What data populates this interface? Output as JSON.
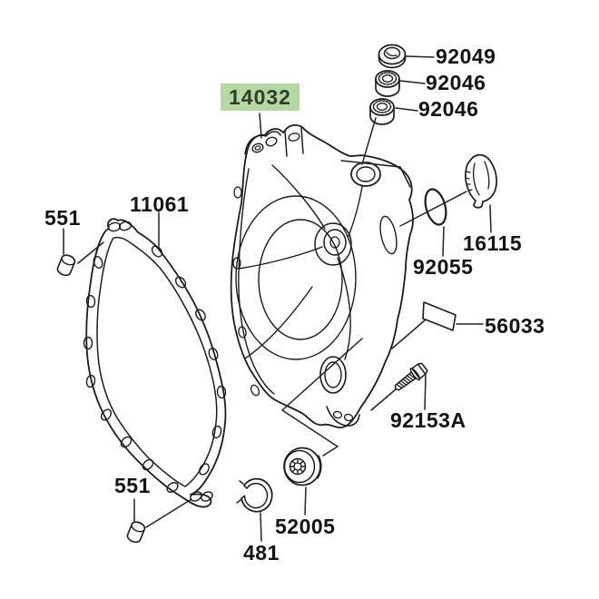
{
  "diagram": {
    "description": "Exploded parts diagram of a motorcycle clutch cover assembly",
    "highlight_color": "#b3d8a2",
    "line_color": "#1c1c1c",
    "background_color": "#ffffff",
    "highlighted_part": "14032",
    "labels": {
      "seal": "92049",
      "bearing_upper": "92046",
      "bearing_lower": "92046",
      "cover": "14032",
      "gasket": "11061",
      "pin_top": "551",
      "cap": "16115",
      "oring": "92055",
      "plate": "56033",
      "bolt": "92153A",
      "gauge": "52005",
      "circlip": "481",
      "pin_bottom": "551"
    }
  }
}
